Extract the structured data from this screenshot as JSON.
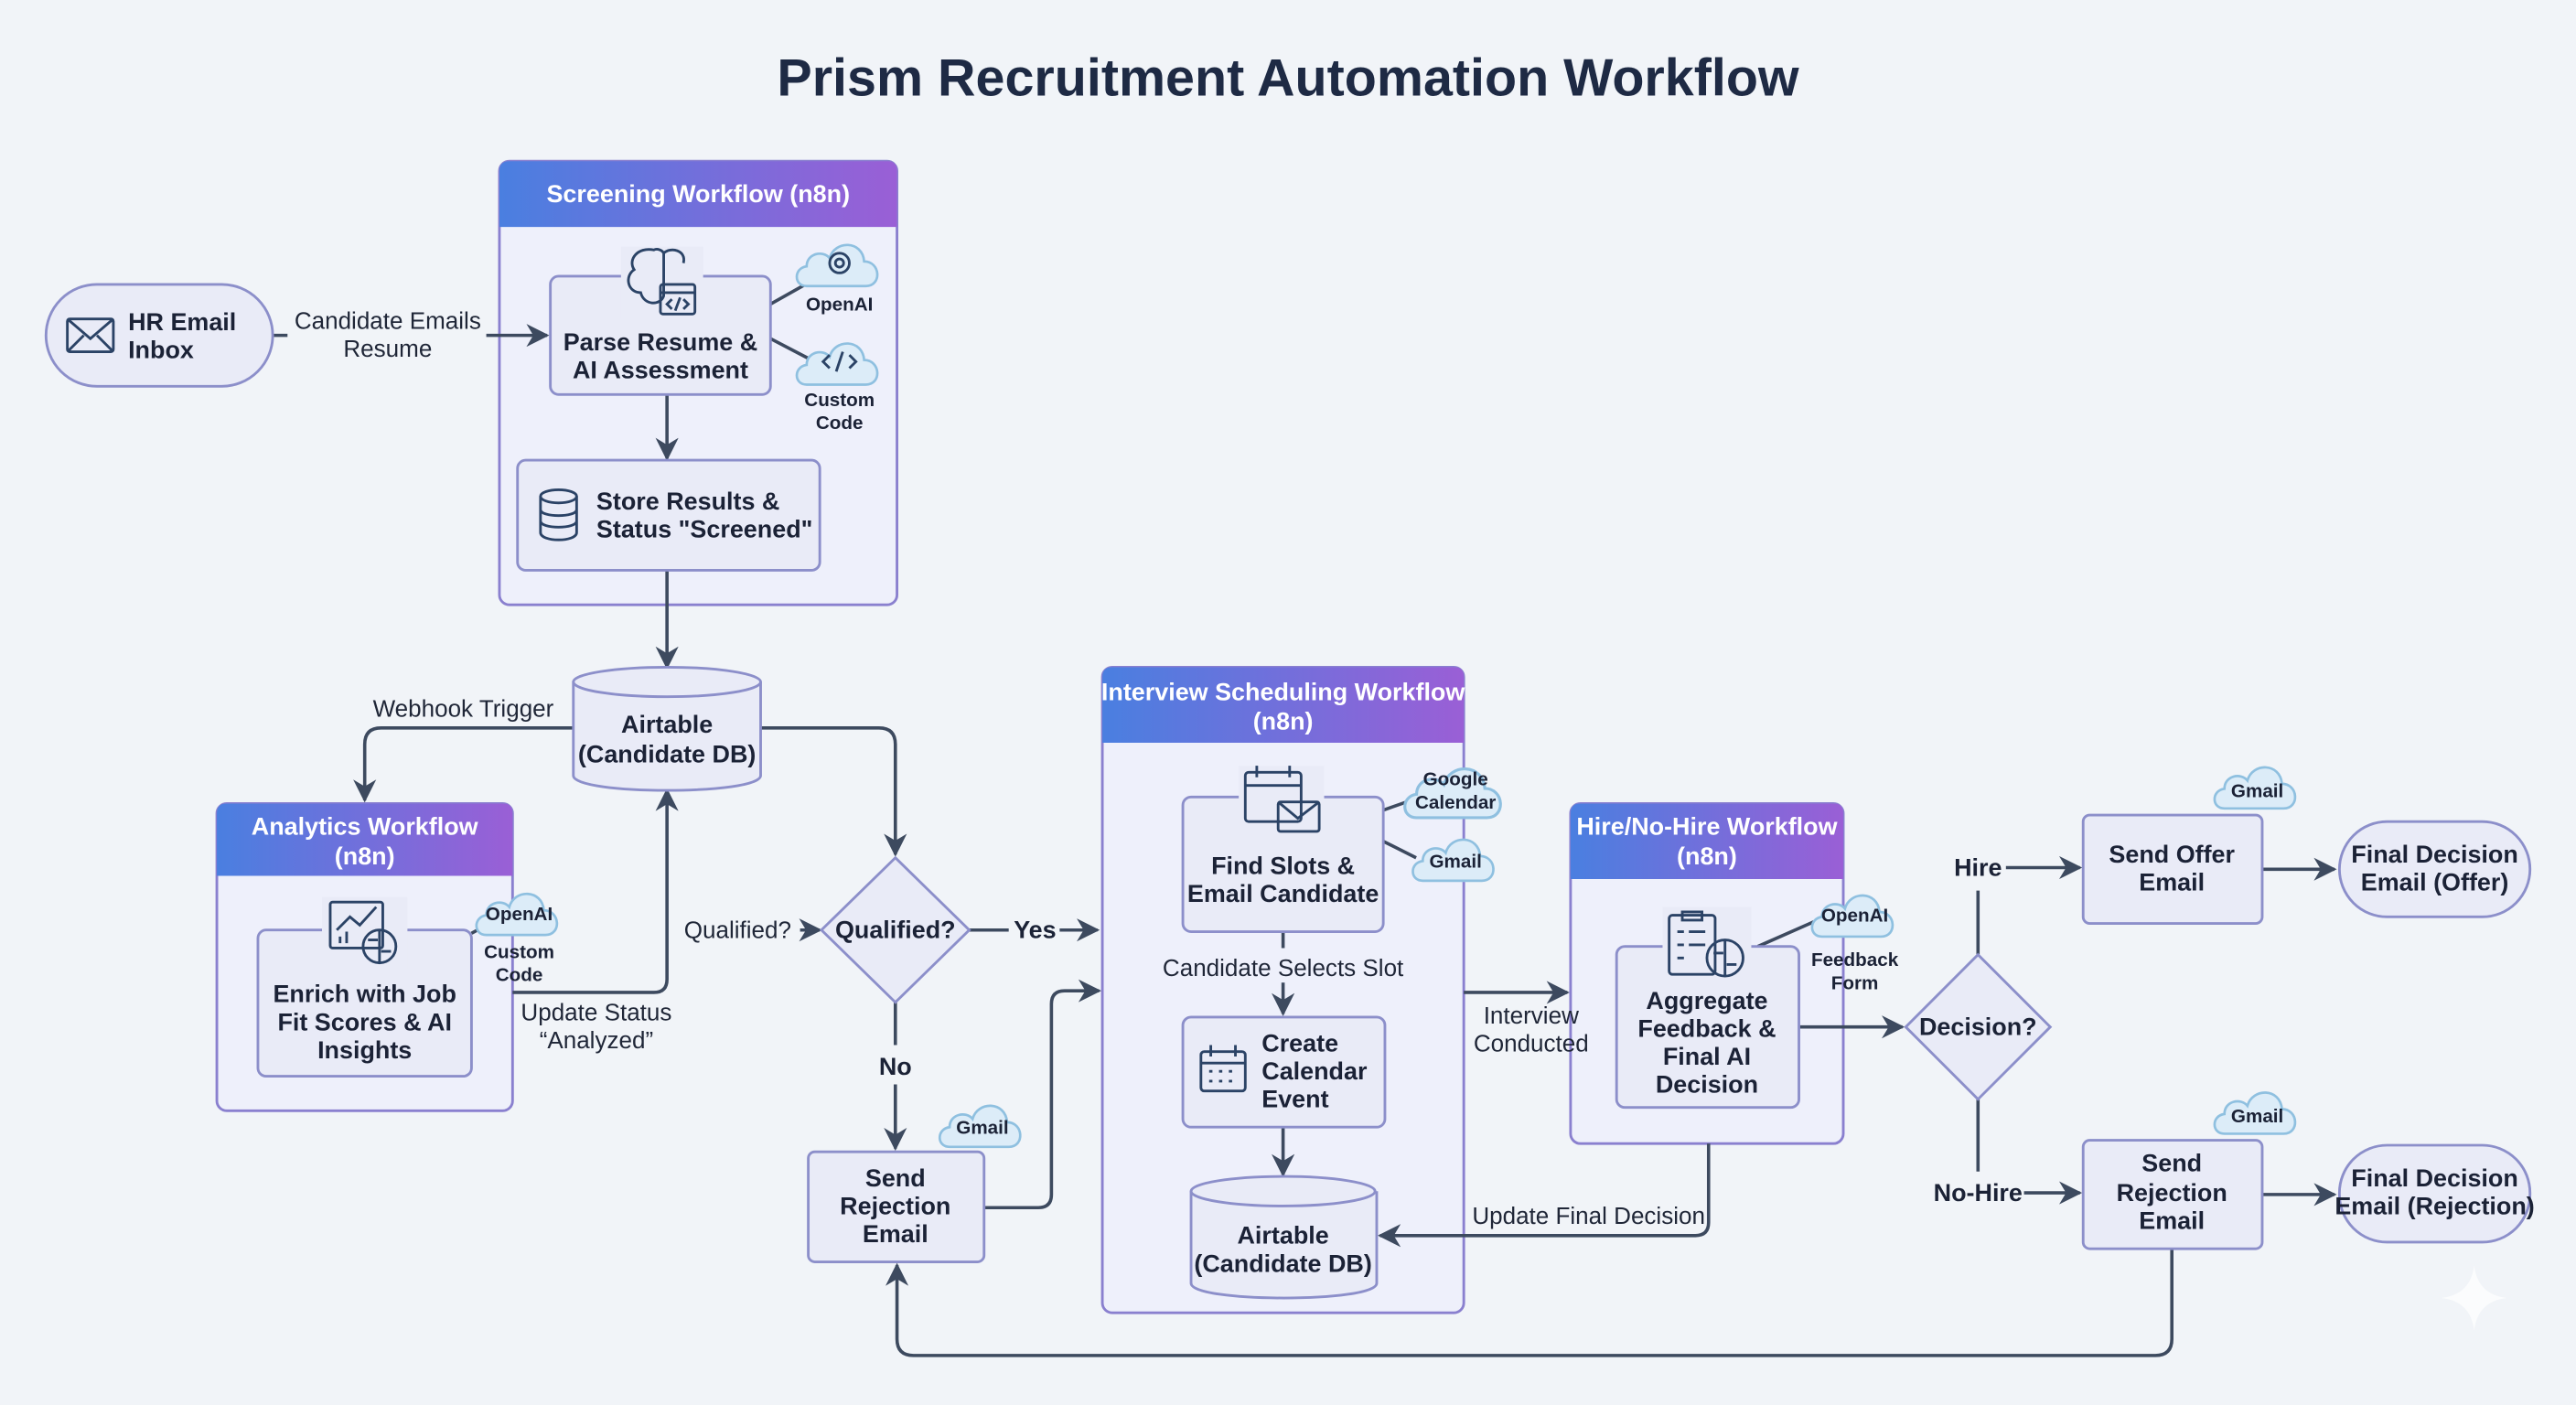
{
  "title": "Prism Recruitment Automation Workflow",
  "colors": {
    "background": "#f1f4f8",
    "node_fill": "#e9ebf7",
    "node_stroke": "#8c8fca",
    "connector": "#3d4a5f",
    "header_gradient_start": "#4a7fe0",
    "header_gradient_end": "#9a5fd6",
    "service_cloud": "#dcecf8"
  },
  "nodes": {
    "hr_inbox": {
      "line1": "HR Email",
      "line2": "Inbox",
      "icon": "envelope-icon"
    },
    "screening": {
      "header": "Screening Workflow (n8n)",
      "parse": {
        "line1": "Parse Resume &",
        "line2": "AI Assessment",
        "icon": "brain-code-icon"
      },
      "openai": "OpenAI",
      "custom_code": {
        "line1": "Custom",
        "line2": "Code"
      },
      "store": {
        "line1": "Store Results &",
        "line2": "Status \"Screened\"",
        "icon": "database-icon"
      }
    },
    "airtable1": {
      "line1": "Airtable",
      "line2": "(Candidate DB)"
    },
    "analytics": {
      "header1": "Analytics Workflow",
      "header2": "(n8n)",
      "enrich": {
        "line1": "Enrich with Job",
        "line2": "Fit Scores & AI",
        "line3": "Insights",
        "icon": "chart-brain-icon"
      },
      "openai": "OpenAI",
      "custom_code": {
        "line1": "Custom",
        "line2": "Code"
      }
    },
    "qualified": "Qualified?",
    "send_rejection1": {
      "line1": "Send",
      "line2": "Rejection",
      "line3": "Email",
      "service": "Gmail"
    },
    "interview": {
      "header1": "Interview Scheduling Workflow",
      "header2": "(n8n)",
      "find_slots": {
        "line1": "Find Slots &",
        "line2": "Email Candidate",
        "icon": "calendar-mail-icon"
      },
      "google_calendar": {
        "line1": "Google",
        "line2": "Calendar"
      },
      "gmail": "Gmail",
      "create_event": {
        "line1": "Create",
        "line2": "Calendar",
        "line3": "Event",
        "icon": "calendar-icon"
      },
      "airtable": {
        "line1": "Airtable",
        "line2": "(Candidate DB)"
      }
    },
    "hire": {
      "header1": "Hire/No-Hire Workflow",
      "header2": "(n8n)",
      "aggregate": {
        "line1": "Aggregate",
        "line2": "Feedback &",
        "line3": "Final AI",
        "line4": "Decision",
        "icon": "clipboard-brain-icon"
      },
      "openai": "OpenAI",
      "feedback_form": {
        "line1": "Feedback",
        "line2": "Form"
      }
    },
    "decision": "Decision?",
    "send_offer": {
      "line1": "Send Offer",
      "line2": "Email",
      "service": "Gmail"
    },
    "final_offer": {
      "line1": "Final Decision",
      "line2": "Email (Offer)"
    },
    "send_rejection2": {
      "line1": "Send",
      "line2": "Rejection",
      "line3": "Email",
      "service": "Gmail"
    },
    "final_rejection": {
      "line1": "Final Decision",
      "line2": "Email (Rejection)"
    }
  },
  "edge_labels": {
    "candidate_emails": {
      "line1": "Candidate Emails",
      "line2": "Resume"
    },
    "webhook": "Webhook Trigger",
    "update_status": {
      "line1": "Update Status",
      "line2": "“Analyzed”"
    },
    "qualified_in": "Qualified?",
    "yes": "Yes",
    "no": "No",
    "candidate_selects": "Candidate Selects Slot",
    "interview_conducted": {
      "line1": "Interview",
      "line2": "Conducted"
    },
    "update_final": "Update Final Decision",
    "hire": "Hire",
    "no_hire": "No-Hire"
  }
}
